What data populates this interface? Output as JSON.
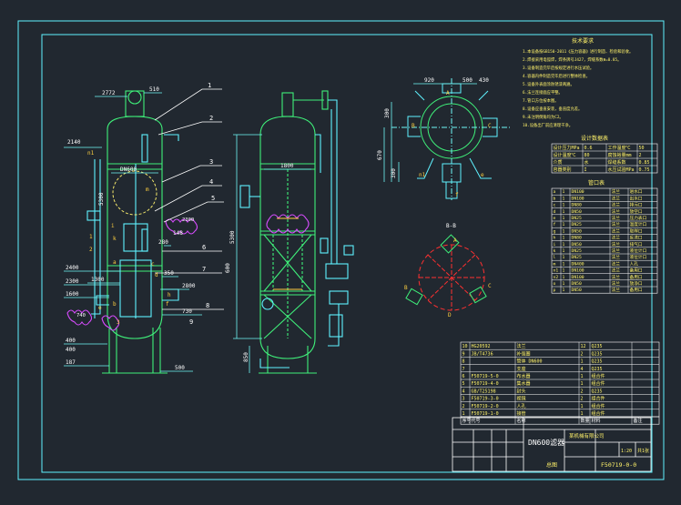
{
  "colors": {
    "background": "#212830",
    "frame": "#5ff2ff",
    "vessel": "#3ff07a",
    "annotation": "#ffffff",
    "text_yellow": "#fff26a",
    "dim_line": "#6ff7f7",
    "section": "#ff3030",
    "cloud": "#d84cff",
    "nozzle": "#00e0ff",
    "hidden": "#f5e96b"
  },
  "views": {
    "main": {
      "dims": {
        "top_width": "2772",
        "right_top": "510",
        "left_nozzle": "2140",
        "shell_width": "DN600",
        "height_total": "5300",
        "lower_1": "2400",
        "lower_2": "2300",
        "lower_3": "1600",
        "lower_4": "1300",
        "base_1": "400",
        "base_2": "400",
        "foot_1": "187",
        "side_r1": "2800",
        "side_r2": "350",
        "side_r3": "280",
        "side_r4": "730",
        "side_r5": "500",
        "side_r6": "148"
      },
      "callouts": [
        "1",
        "2",
        "3",
        "4",
        "5",
        "6",
        "7",
        "8",
        "9"
      ],
      "labels": [
        "n1",
        "a",
        "b",
        "c",
        "d",
        "e",
        "f",
        "h",
        "i",
        "k",
        "m",
        "1",
        "2",
        "3"
      ],
      "cloud_labels": [
        "2300",
        "740"
      ]
    },
    "side": {
      "dims": {
        "top": "1800",
        "height": "5300",
        "base": "850",
        "lower": "600"
      }
    },
    "top_view": {
      "dims": {
        "a": "920",
        "b": "500",
        "c": "300",
        "d": "670",
        "e": "300",
        "f": "430"
      },
      "labels": [
        "A",
        "B",
        "C",
        "n1",
        "e",
        "f"
      ]
    },
    "section_bb": {
      "title": "B-B",
      "labels": [
        "A",
        "B",
        "C",
        "D"
      ]
    }
  },
  "notes": {
    "title": "技术要求",
    "lines": [
      "1.本设备按GB150-2011《压力容器》进行制造、检验和验收。",
      "2.焊接采用电弧焊，焊条牌号J427，焊缝系数Φ=0.85。",
      "3.设备制造完毕后按规定进行水压试验。",
      "4.容器内件制造完毕后进行整体检查。",
      "5.设备外表面涂防锈漆两遍。",
      "6.法兰连接面应平整。",
      "7.管口方位按本图。",
      "8.设备应垂直安装，垂直度允差。",
      "9.未注明倒角均为C2。",
      "10.设备出厂前应清理干净。"
    ]
  },
  "design_table": {
    "title": "设计数据表",
    "rows": [
      [
        "设计压力MPa",
        "0.6",
        "工作温度℃",
        "50"
      ],
      [
        "设计温度℃",
        "80",
        "腐蚀裕量mm",
        "2"
      ],
      [
        "介质",
        "水",
        "焊缝系数",
        "0.85"
      ],
      [
        "容器类别",
        "I",
        "水压试验MPa",
        "0.75"
      ]
    ]
  },
  "nozzle_table": {
    "title": "管口表",
    "rows": [
      [
        "a",
        "1",
        "DN100",
        "法兰",
        "进水口"
      ],
      [
        "b",
        "1",
        "DN100",
        "法兰",
        "出水口"
      ],
      [
        "c",
        "1",
        "DN80",
        "法兰",
        "排污口"
      ],
      [
        "d",
        "1",
        "DN50",
        "法兰",
        "放空口"
      ],
      [
        "e",
        "1",
        "DN25",
        "法兰",
        "压力表口"
      ],
      [
        "f",
        "1",
        "DN25",
        "法兰",
        "温度计口"
      ],
      [
        "g",
        "1",
        "DN50",
        "法兰",
        "取样口"
      ],
      [
        "h",
        "1",
        "DN80",
        "法兰",
        "反洗口"
      ],
      [
        "i",
        "1",
        "DN50",
        "法兰",
        "排气口"
      ],
      [
        "k",
        "1",
        "DN25",
        "法兰",
        "液位计口"
      ],
      [
        "l",
        "1",
        "DN25",
        "法兰",
        "液位计口"
      ],
      [
        "m",
        "1",
        "DN400",
        "法兰",
        "人孔"
      ],
      [
        "n1",
        "1",
        "DN100",
        "法兰",
        "备用口"
      ],
      [
        "n2",
        "1",
        "DN100",
        "法兰",
        "备用口"
      ],
      [
        "o",
        "1",
        "DN50",
        "法兰",
        "放净口"
      ],
      [
        "p",
        "1",
        "DN50",
        "法兰",
        "备用口"
      ]
    ]
  },
  "parts_list": {
    "rows": [
      [
        "10",
        "HG20592",
        "法兰",
        "12",
        "Q235",
        ""
      ],
      [
        "9",
        "JB/T4736",
        "补强圈",
        "2",
        "Q235",
        ""
      ],
      [
        "8",
        "",
        "筒体 DN600",
        "1",
        "Q235",
        ""
      ],
      [
        "7",
        "",
        "支座",
        "4",
        "Q235",
        ""
      ],
      [
        "6",
        "F50719-5-0",
        "布水器",
        "1",
        "组合件",
        ""
      ],
      [
        "5",
        "F50719-4-0",
        "集水器",
        "1",
        "组合件",
        ""
      ],
      [
        "4",
        "GB/T25198",
        "封头",
        "2",
        "Q235",
        ""
      ],
      [
        "3",
        "F50719-3-0",
        "视镜",
        "2",
        "组合件",
        ""
      ],
      [
        "2",
        "F50719-2-0",
        "人孔",
        "1",
        "组合件",
        ""
      ],
      [
        "1",
        "F50719-1-0",
        "接管",
        "1",
        "组合件",
        ""
      ]
    ],
    "header": [
      "序号",
      "代号",
      "名称",
      "数量",
      "材料",
      "备注"
    ]
  },
  "title_block": {
    "equipment": "DN600滤器",
    "company": "某机械有限公司",
    "drawing_no": "F50719-0-0",
    "scale": "1:20",
    "sheet": "共1张",
    "general": "总图"
  }
}
